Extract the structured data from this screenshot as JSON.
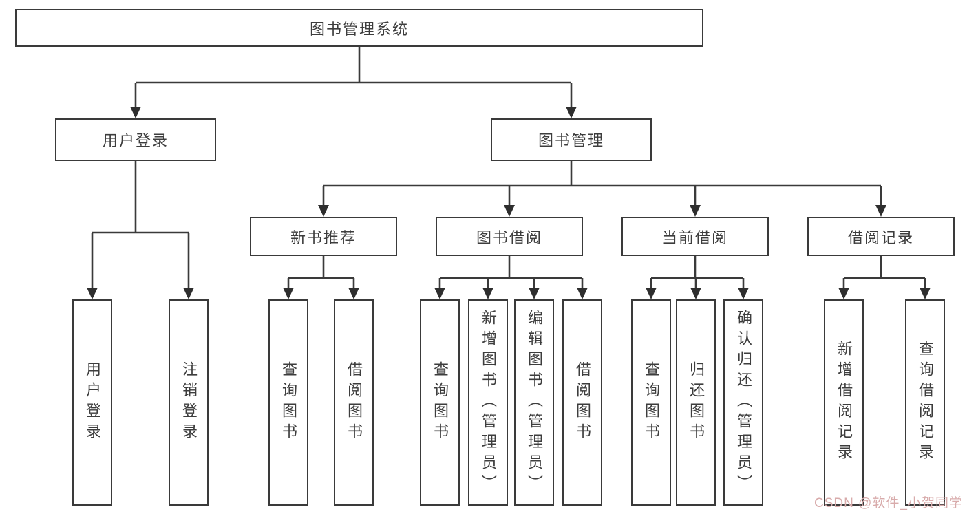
{
  "colors": {
    "line": "#3a3a3a",
    "text": "#3d3d3d",
    "node_background": "#ffffff",
    "watermark": "#d8abab"
  },
  "tree": {
    "root": "图书管理系统",
    "user_login": {
      "label": "用户登录",
      "children": [
        "用户登录",
        "注销登录"
      ]
    },
    "book_management": {
      "label": "图书管理"
    },
    "modules": [
      {
        "label": "新书推荐",
        "children": [
          "查询图书",
          "借阅图书"
        ]
      },
      {
        "label": "图书借阅",
        "children": [
          "查询图书",
          "新增图书（管理员）",
          "编辑图书（管理员）",
          "借阅图书"
        ]
      },
      {
        "label": "当前借阅",
        "children": [
          "查询图书",
          "归还图书",
          "确认归还（管理员）"
        ]
      },
      {
        "label": "借阅记录",
        "children": [
          "新增借阅记录",
          "查询借阅记录"
        ]
      }
    ]
  },
  "watermark": "CSDN @软件_小贺同学"
}
